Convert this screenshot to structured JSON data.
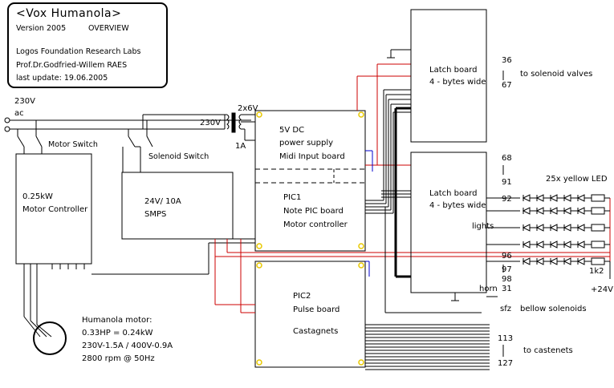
{
  "title_block": {
    "title": "<Vox Humanola>",
    "version": "Version 2005",
    "overview": "OVERVIEW",
    "lab": "Logos Foundation Research Labs",
    "author": "Prof.Dr.Godfried-Willem RAES",
    "update": "last update:     19.06.2005"
  },
  "mains": {
    "voltage": "230V",
    "ac": "ac",
    "motor_switch": "Motor Switch",
    "solenoid_switch": "Solenoid Switch"
  },
  "transformer": {
    "secondary": "2x6V",
    "primary": "230V",
    "fuse": "1A"
  },
  "motor_controller": {
    "line1": "0.25kW",
    "line2": "Motor Controller"
  },
  "smps": {
    "line1": "24V/ 10A",
    "line2": "SMPS"
  },
  "board1": {
    "line1": "5V DC",
    "line2": "power supply",
    "line3": "Midi Input board",
    "line4": "PIC1",
    "line5": "Note PIC board",
    "line6": "Motor controller"
  },
  "board2": {
    "line1": "PIC2",
    "line2": "Pulse board",
    "line3": "Castagnets"
  },
  "latch1": {
    "line1": "Latch board",
    "line2": "4 - bytes wide",
    "pin_start": "36",
    "pin_end": "67",
    "target": "to solenoid valves"
  },
  "latch2": {
    "line1": "Latch board",
    "line2": "4 - bytes wide",
    "lights": "lights",
    "pins": [
      "68",
      "91",
      "92",
      "96",
      "97",
      "98",
      "31"
    ],
    "horn": "horn"
  },
  "leds": {
    "label": "25x yellow LED",
    "resistor": "1k2",
    "supply": "+24V"
  },
  "bellow": {
    "pin": "sfz",
    "label": "bellow solenoids"
  },
  "castanets": {
    "pin_start": "113",
    "pin_end": "127",
    "label": "to castenets"
  },
  "motor": {
    "line1": "Humanola motor:",
    "line2": "0.33HP = 0.24kW",
    "line3": "230V-1.5A / 400V-0.9A",
    "line4": "2800 rpm @ 50Hz"
  },
  "colors": {
    "line": "#000000",
    "power_red": "#cc0000",
    "signal_blue": "#0000cc",
    "corner_yellow": "#e8c800"
  }
}
